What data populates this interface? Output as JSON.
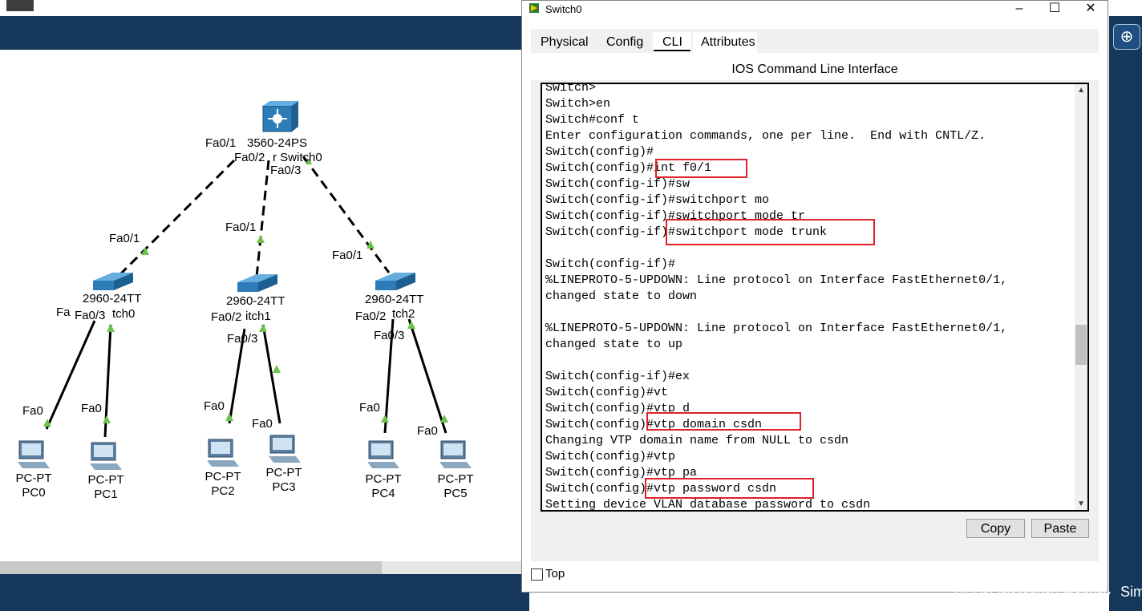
{
  "window": {
    "title": "Switch0",
    "minimize": "–",
    "maximize": "☐",
    "close": "✕"
  },
  "tabs": [
    "Physical",
    "Config",
    "CLI",
    "Attributes"
  ],
  "active_tab": "CLI",
  "cli_heading": "IOS Command Line Interface",
  "terminal_lines": [
    "Switch>",
    "Switch>en",
    "Switch#conf t",
    "Enter configuration commands, one per line.  End with CNTL/Z.",
    "Switch(config)#",
    "Switch(config)#int f0/1",
    "Switch(config-if)#sw",
    "Switch(config-if)#switchport mo",
    "Switch(config-if)#switchport mode tr",
    "Switch(config-if)#switchport mode trunk",
    "",
    "Switch(config-if)#",
    "%LINEPROTO-5-UPDOWN: Line protocol on Interface FastEthernet0/1,",
    "changed state to down",
    "",
    "%LINEPROTO-5-UPDOWN: Line protocol on Interface FastEthernet0/1,",
    "changed state to up",
    "",
    "Switch(config-if)#ex",
    "Switch(config)#vt",
    "Switch(config)#vtp d",
    "Switch(config)#vtp domain csdn",
    "Changing VTP domain name from NULL to csdn",
    "Switch(config)#vtp",
    "Switch(config)#vtp pa",
    "Switch(config)#vtp password csdn",
    "Setting device VLAN database password to csdn"
  ],
  "buttons": {
    "copy": "Copy",
    "paste": "Paste"
  },
  "top_checkbox": {
    "label": "Top",
    "checked": false
  },
  "watermark": "CSDN @Monkey-monkey",
  "sim_label": "Sim",
  "topology": {
    "core": {
      "model": "3560-24PS",
      "name": "Switch0"
    },
    "switches": [
      {
        "model": "2960-24TT",
        "name": "Switch0"
      },
      {
        "model": "2960-24TT",
        "name": "Switch1"
      },
      {
        "model": "2960-24TT",
        "name": "Switch2"
      }
    ],
    "pcs": [
      {
        "type": "PC-PT",
        "name": "PC0"
      },
      {
        "type": "PC-PT",
        "name": "PC1"
      },
      {
        "type": "PC-PT",
        "name": "PC2"
      },
      {
        "type": "PC-PT",
        "name": "PC3"
      },
      {
        "type": "PC-PT",
        "name": "PC4"
      },
      {
        "type": "PC-PT",
        "name": "PC5"
      }
    ],
    "port_labels": {
      "core_fa01": "Fa0/1",
      "core_fa02": "Fa0/2",
      "core_fa03": "Fa0/3",
      "core_name_fragment": "r Switch0",
      "s0_fa01": "Fa0/1",
      "s0_fa02_fragment": "Fa",
      "s0_fa03": "Fa0/3",
      "s0_name_fragment": "tch0",
      "s1_fa01": "Fa0/1",
      "s1_fa02": "Fa0/2",
      "s1_fa03": "Fa0/3",
      "s1_name_fragment": "itch1",
      "s2_fa01": "Fa0/1",
      "s2_fa02": "Fa0/2",
      "s2_fa03": "Fa0/3",
      "s2_name_fragment": "tch2",
      "pc_fa0": "Fa0"
    }
  },
  "colors": {
    "toolbar_bg": "#15375c",
    "highlight_box": "#e0202a",
    "link_arrow": "#6cc24a"
  }
}
